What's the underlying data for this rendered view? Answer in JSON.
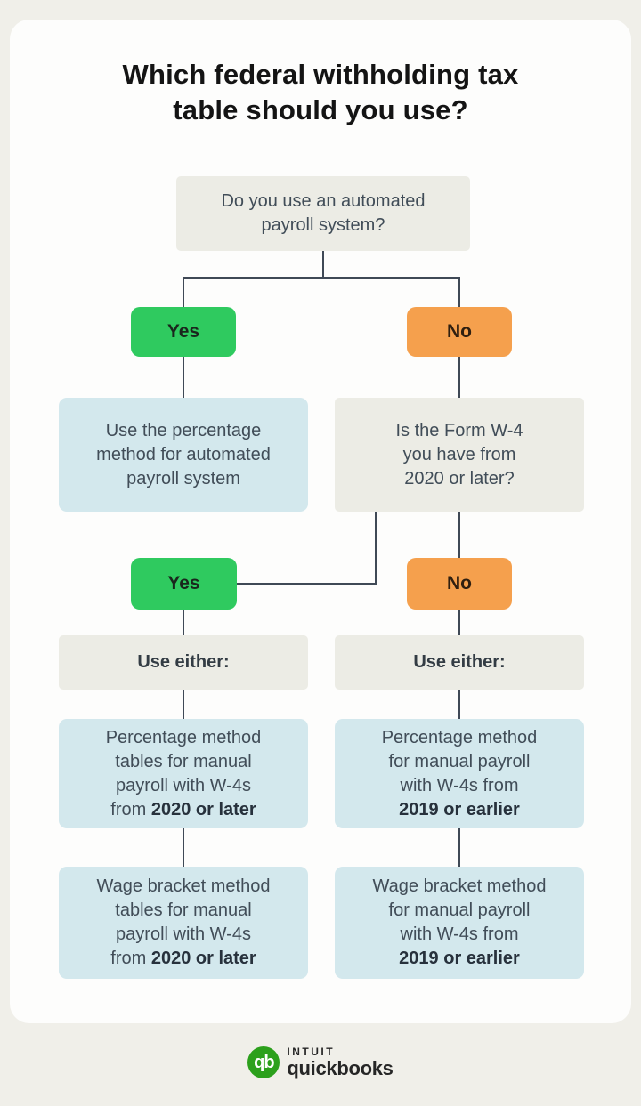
{
  "page": {
    "title": "Which federal withholding tax\ntable should you use?"
  },
  "flow": {
    "question_root": "Do you use an automated\npayroll system?",
    "branch1": {
      "yes_label": "Yes",
      "no_label": "No"
    },
    "result_automated": "Use the percentage\nmethod for automated\npayroll system",
    "question_w4": "Is the Form W-4\nyou have from\n2020 or later?",
    "branch2": {
      "yes_label": "Yes",
      "no_label": "No"
    },
    "use_either_left": "Use either:",
    "use_either_right": "Use either:",
    "percentage_2020": "Percentage method\ntables for manual\npayroll with W-4s\nfrom **2020 or later**",
    "percentage_2019": "Percentage method\nfor manual payroll\nwith W-4s from\n**2019 or earlier**",
    "wage_2020": "Wage bracket method\ntables for manual\npayroll with W-4s\nfrom **2020 or later**",
    "wage_2019": "Wage bracket method\nfor manual payroll\nwith W-4s from\n**2019 or earlier**"
  },
  "footer": {
    "monogram": "qb",
    "brand_top": "INTUIT",
    "brand_bottom": "quickbooks"
  },
  "colors": {
    "bg": "#f0efe9",
    "card": "#fdfdfc",
    "gray_box": "#ecece5",
    "blue_box": "#d3e8ed",
    "green": "#2fca5f",
    "orange": "#f5a04d",
    "line": "#3f4956",
    "node_text": "#414d58",
    "node_text_strong": "#27313c",
    "title": "#141414",
    "yes_text": "#1a261d",
    "no_text": "#2f1f10",
    "use_either_text": "#333c44",
    "logo_green": "#2ca01c",
    "logo_text": "#262626"
  }
}
